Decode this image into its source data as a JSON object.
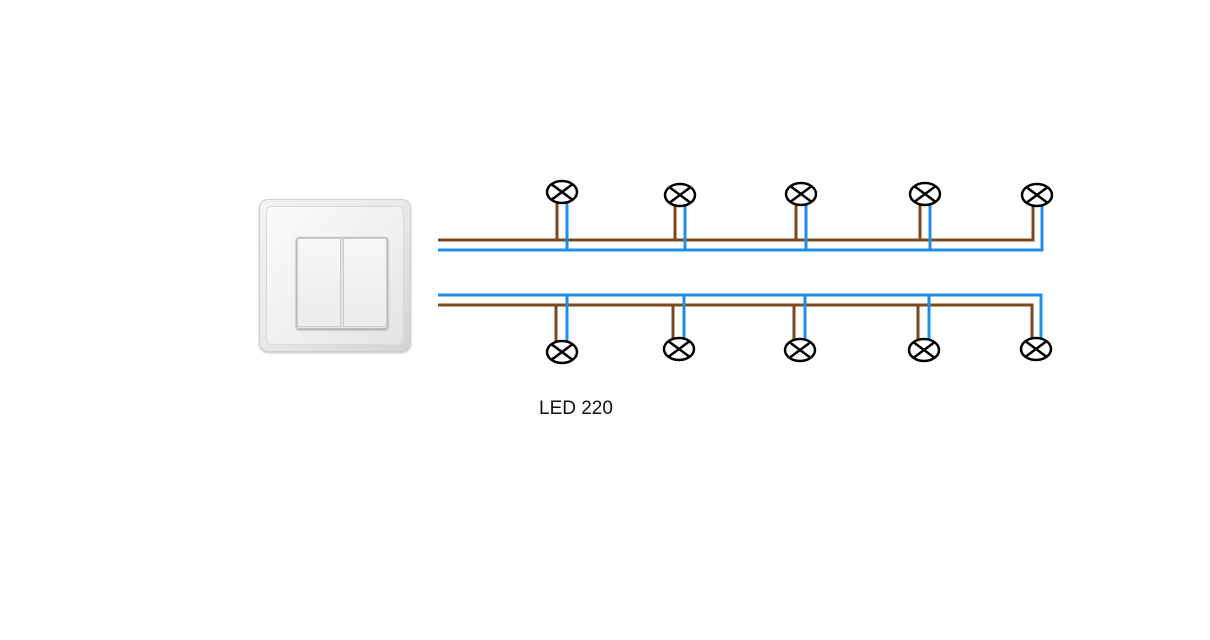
{
  "caption": "LED 220",
  "colors": {
    "brown_wire": "#7a4a1e",
    "blue_wire": "#1f8ee8",
    "lamp_symbol": "#000000",
    "background": "#ffffff"
  },
  "switch": {
    "type": "double-rocker-wall-switch",
    "gangs": 2
  },
  "circuits": [
    {
      "name": "",
      "lamp_count": 5
    },
    {
      "name": "",
      "lamp_count": 5
    }
  ],
  "icons": {
    "lamp": "lamp-cross-circle-icon",
    "switch": "double-switch-icon"
  }
}
